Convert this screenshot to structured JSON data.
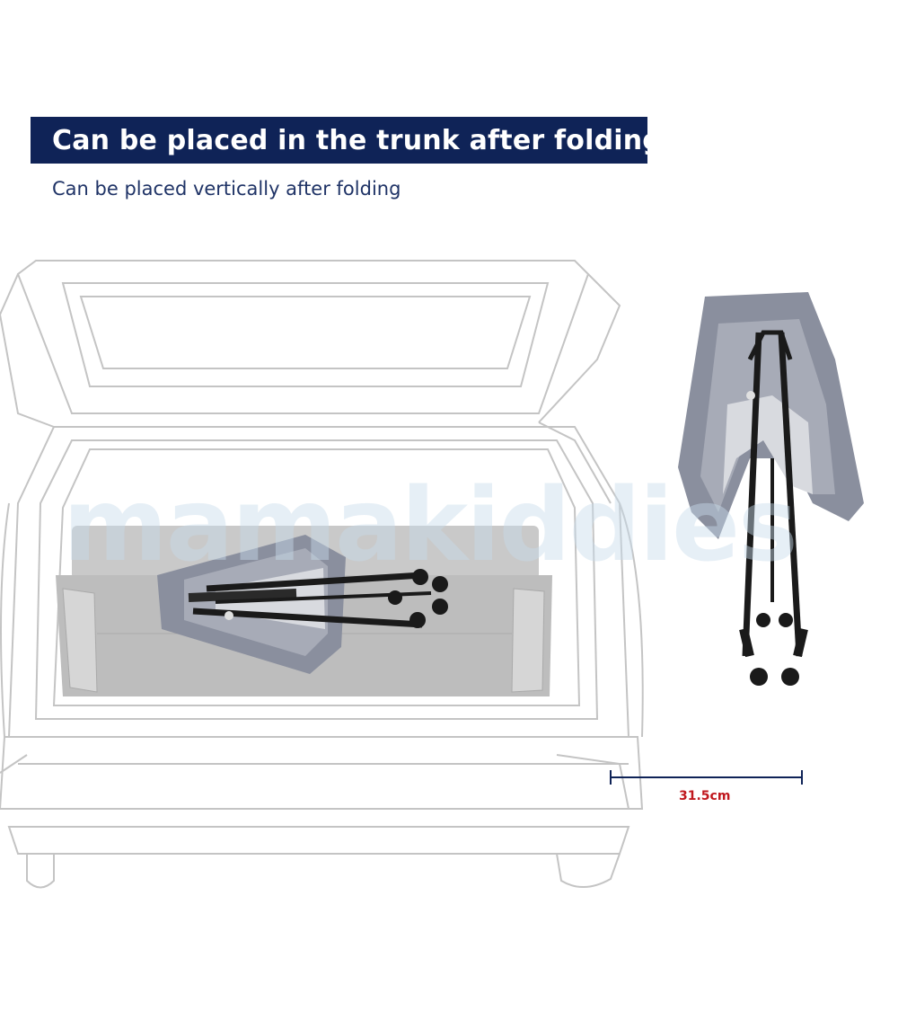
{
  "banner": {
    "title": "Can be placed in the trunk after folding"
  },
  "subtitle": "Can be placed vertically after folding",
  "watermark": "mamakiddies",
  "product_brand": "mamakiddies",
  "dimension": {
    "label": "31.5cm"
  },
  "colors": {
    "banner_bg": "#0f2357",
    "subtitle_text": "#1f3366",
    "dimension_text": "#c0171d",
    "fabric": "#8a8f9e",
    "frame": "#1a1a1a",
    "trunk_floor": "#b9b9b9"
  }
}
